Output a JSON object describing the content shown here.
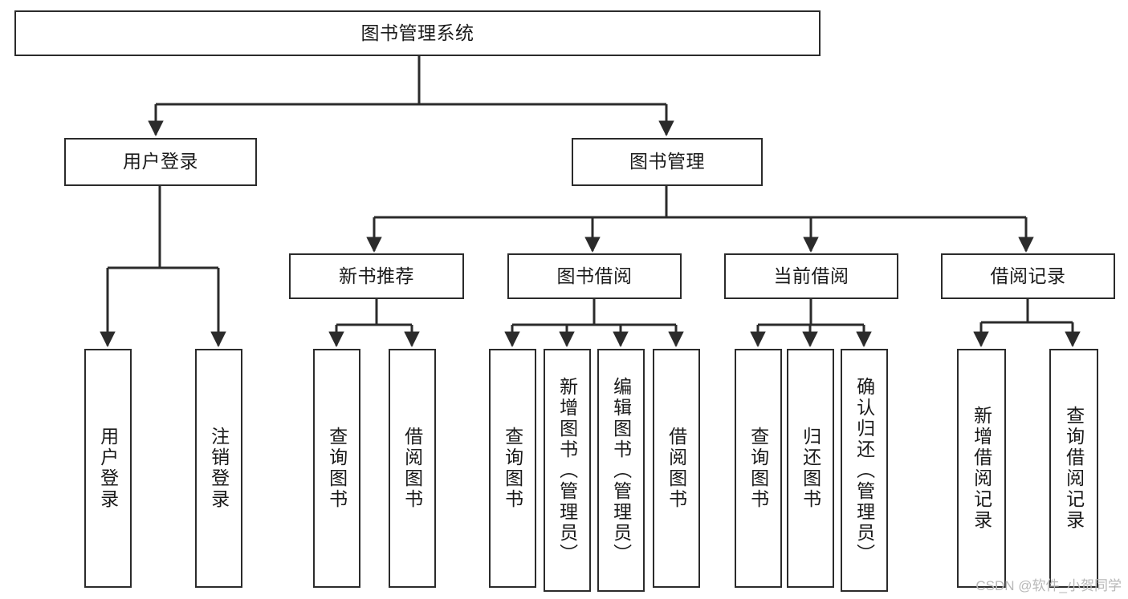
{
  "diagram": {
    "title": "图书管理系统",
    "type": "tree-hierarchy-diagram",
    "orientation": "top-down",
    "colors": {
      "box_border": "#2b2b2b",
      "box_fill": "#ffffff",
      "edge": "#2b2b2b",
      "text": "#1a1a1a",
      "watermark": "#b8b8b8"
    },
    "nodes": {
      "root": {
        "label": "图书管理系统"
      },
      "level2": [
        {
          "id": "user-login",
          "label": "用户登录"
        },
        {
          "id": "book-management",
          "label": "图书管理"
        }
      ],
      "level3": [
        {
          "id": "new-book-recommend",
          "label": "新书推荐"
        },
        {
          "id": "book-borrow",
          "label": "图书借阅"
        },
        {
          "id": "current-borrow",
          "label": "当前借阅"
        },
        {
          "id": "borrow-record",
          "label": "借阅记录"
        }
      ],
      "leaves": {
        "user-login": [
          {
            "id": "leaf-user-login",
            "label": "用户登录"
          },
          {
            "id": "leaf-user-logout",
            "label": "注销登录"
          }
        ],
        "new-book-recommend": [
          {
            "id": "leaf-query-book-1",
            "label": "查询图书"
          },
          {
            "id": "leaf-borrow-book-1",
            "label": "借阅图书"
          }
        ],
        "book-borrow": [
          {
            "id": "leaf-query-book-2",
            "label": "查询图书"
          },
          {
            "id": "leaf-add-book",
            "label": "新增图书（管理员）"
          },
          {
            "id": "leaf-edit-book",
            "label": "编辑图书（管理员）"
          },
          {
            "id": "leaf-borrow-book-2",
            "label": "借阅图书"
          }
        ],
        "current-borrow": [
          {
            "id": "leaf-query-book-3",
            "label": "查询图书"
          },
          {
            "id": "leaf-return-book",
            "label": "归还图书"
          },
          {
            "id": "leaf-confirm-return",
            "label": "确认归还（管理员）"
          }
        ],
        "borrow-record": [
          {
            "id": "leaf-add-record",
            "label": "新增借阅记录"
          },
          {
            "id": "leaf-query-record",
            "label": "查询借阅记录"
          }
        ]
      }
    },
    "watermark": "CSDN @软件_小贺同学"
  }
}
